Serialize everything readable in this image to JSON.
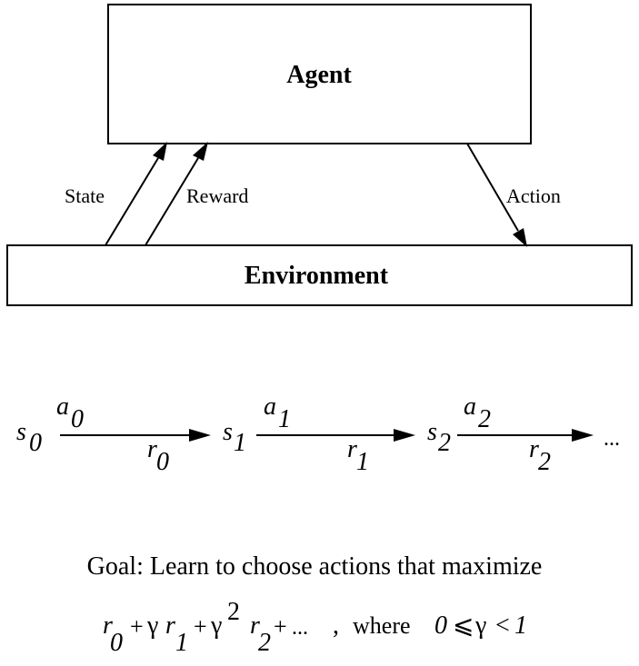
{
  "agent": {
    "label": "Agent"
  },
  "environment": {
    "label": "Environment"
  },
  "arrows": {
    "state": "State",
    "reward": "Reward",
    "action": "Action"
  },
  "sequence": {
    "steps": [
      {
        "s": "s",
        "s_sub": "0",
        "a": "a",
        "a_sub": "0",
        "r": "r",
        "r_sub": "0"
      },
      {
        "s": "s",
        "s_sub": "1",
        "a": "a",
        "a_sub": "1",
        "r": "r",
        "r_sub": "1"
      },
      {
        "s": "s",
        "s_sub": "2",
        "a": "a",
        "a_sub": "2",
        "r": "r",
        "r_sub": "2"
      }
    ],
    "ellipsis": "..."
  },
  "goal": {
    "text": "Goal: Learn to choose actions that maximize",
    "r": "r",
    "sub0": "0",
    "sub1": "1",
    "sub2": "2",
    "plus": "+",
    "gamma": "γ",
    "exp2": "2",
    "dots": "...",
    "comma": ",",
    "where": "where",
    "zero": "0",
    "leq": "⩽",
    "lt": "<",
    "one": "1"
  }
}
